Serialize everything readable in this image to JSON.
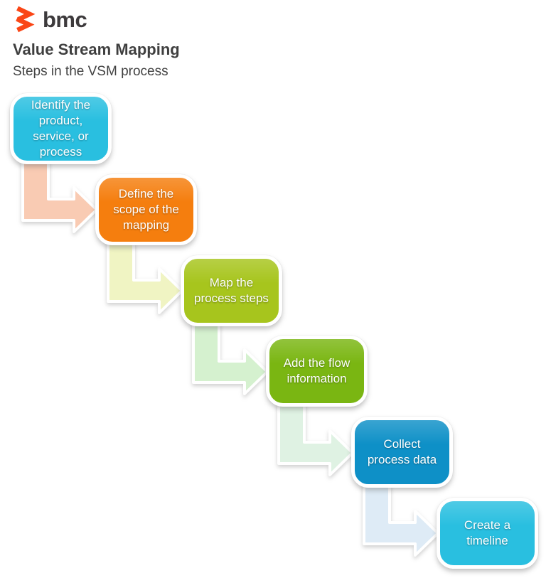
{
  "header": {
    "logo": {
      "brand": "bmc",
      "icon": "bmc-chevrons-icon",
      "accent_color": "#fa4616",
      "text_color": "#3d3a3c"
    },
    "title": "Value Stream Mapping",
    "subtitle": "Steps in the VSM process"
  },
  "diagram": {
    "type": "staircase-process-flow",
    "steps": [
      {
        "label": "Identify the\nproduct,\nservice, or\nprocess",
        "color": "#29bfe0"
      },
      {
        "label": "Define the\nscope of the\nmapping",
        "color": "#f57e0e"
      },
      {
        "label": "Map the\nprocess steps",
        "color": "#a7c51d"
      },
      {
        "label": "Add the flow\ninformation",
        "color": "#7ab612"
      },
      {
        "label": "Collect\nprocess data",
        "color": "#0e90c7"
      },
      {
        "label": "Create a\ntimeline",
        "color": "#29bfe0"
      }
    ],
    "arrows": [
      {
        "from": 0,
        "to": 1,
        "color": "#f9cbb3"
      },
      {
        "from": 1,
        "to": 2,
        "color": "#f0f4c3"
      },
      {
        "from": 2,
        "to": 3,
        "color": "#d5f1cf"
      },
      {
        "from": 3,
        "to": 4,
        "color": "#dff2e3"
      },
      {
        "from": 4,
        "to": 5,
        "color": "#deebf6"
      }
    ]
  }
}
